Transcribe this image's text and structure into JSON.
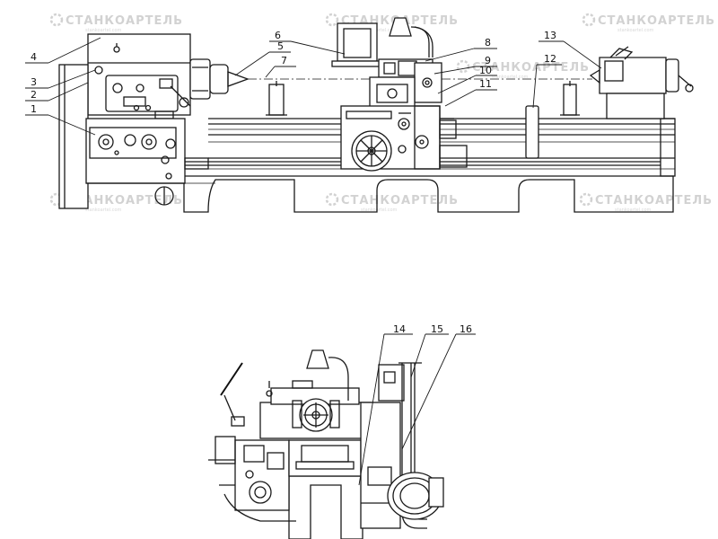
{
  "callouts": {
    "top": [
      "1",
      "2",
      "3",
      "4",
      "5",
      "6",
      "7",
      "8",
      "9",
      "10",
      "11",
      "12",
      "13"
    ],
    "side": [
      "14",
      "15",
      "16"
    ]
  },
  "watermark": {
    "brand": "СТАНКОАРТЕЛЬ",
    "url": "stankoartel.com"
  }
}
